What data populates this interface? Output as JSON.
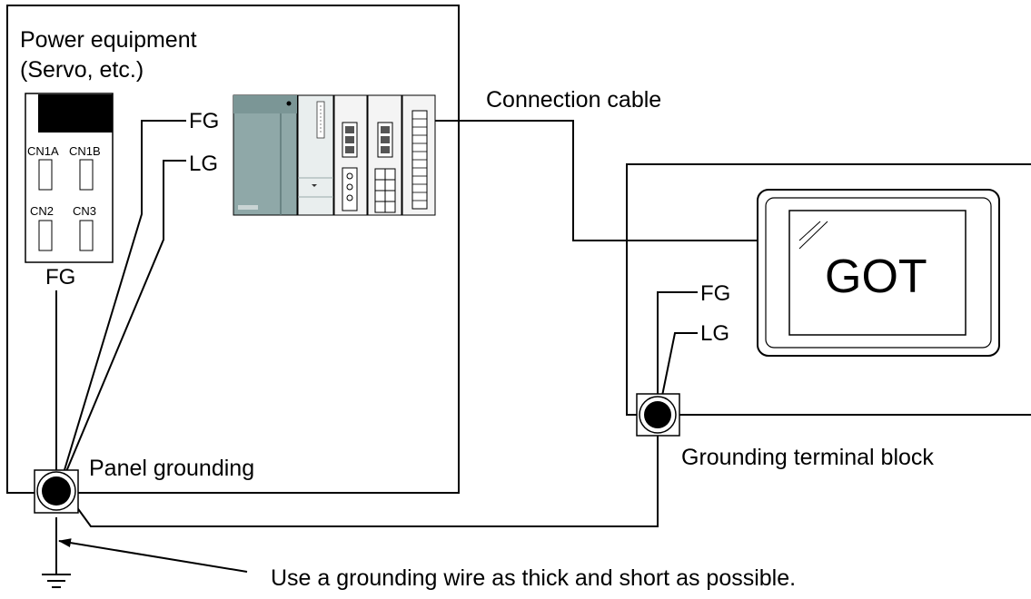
{
  "panel": {
    "title_line1": "Power equipment",
    "title_line2": "(Servo, etc.)"
  },
  "servo": {
    "connectors": [
      "CN1A",
      "CN1B",
      "CN2",
      "CN3"
    ],
    "ground_label": "FG"
  },
  "plc": {
    "fg_label": "FG",
    "lg_label": "LG"
  },
  "cable_label": "Connection cable",
  "got": {
    "screen_text": "GOT",
    "fg_label": "FG",
    "lg_label": "LG"
  },
  "panel_grounding_label": "Panel grounding",
  "grounding_terminal_label": "Grounding terminal block",
  "note": "Use a grounding wire as thick and short as possible.",
  "colors": {
    "plc_cpu": "#8fa8a8",
    "plc_dark": "#5e7878",
    "line": "#000000"
  }
}
